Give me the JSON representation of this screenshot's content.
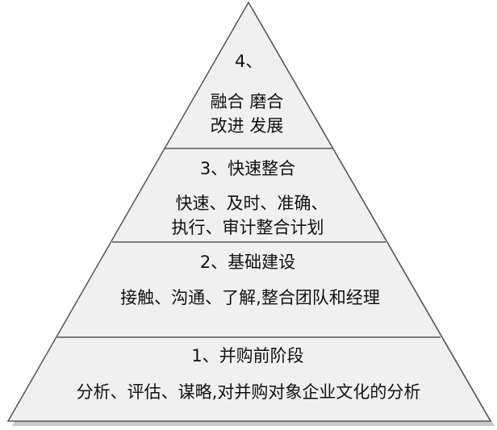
{
  "pyramid": {
    "levels": [
      {
        "title": "4、",
        "lines": [
          "融合 磨合",
          "改进 发展"
        ]
      },
      {
        "title": "3、快速整合",
        "lines": [
          "快速、及时、准确、",
          "执行、审计整合计划"
        ]
      },
      {
        "title": "2、基础建设",
        "lines": [
          "接触、沟通、了解,整合团队和经理"
        ]
      },
      {
        "title": "1、并购前阶段",
        "lines": [
          "分析、评估、谋略,对并购对象企业文化的分析"
        ]
      }
    ],
    "colors": {
      "fill": "#f0f0f0",
      "stroke": "#555555",
      "shadow": "#9a9a9a",
      "text": "#111111"
    }
  }
}
